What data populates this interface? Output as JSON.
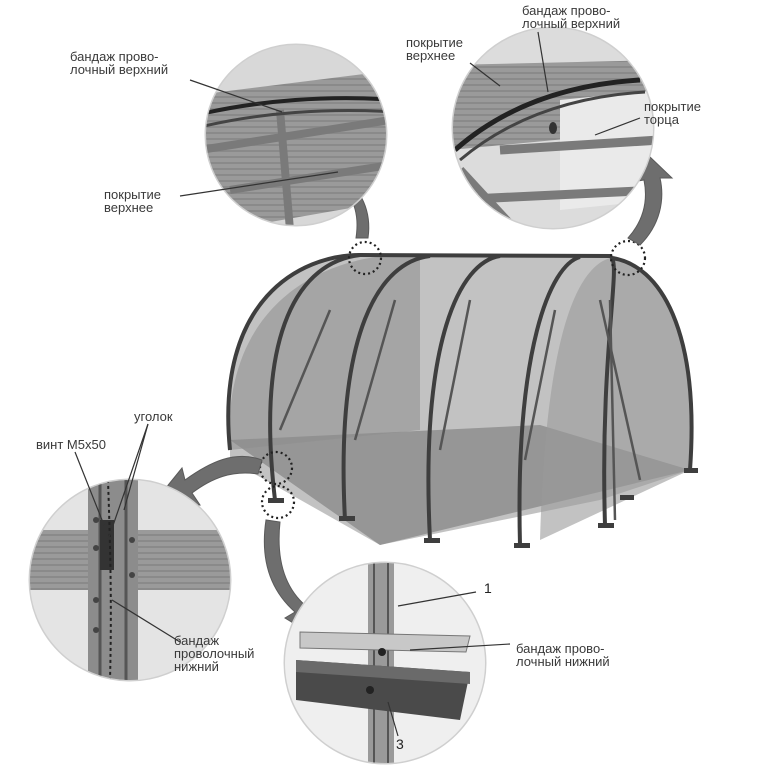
{
  "callout_top_left": {
    "bandage_label": [
      "бандаж прово-",
      "лочный верхний"
    ],
    "cover_label": [
      "покрытие",
      "верхнее"
    ]
  },
  "callout_top_right": {
    "bandage_label": [
      "бандаж прово-",
      "лочный верхний"
    ],
    "cover_top_label": [
      "покрытие",
      "верхнее"
    ],
    "cover_end_label": [
      "покрытие",
      "торца"
    ]
  },
  "callout_left": {
    "screw_label": "винт M5x50",
    "corner_label": "уголок",
    "bandage_label": [
      "бандаж",
      "проволочный",
      "нижний"
    ]
  },
  "callout_bottom": {
    "num1": "1",
    "num3": "3",
    "bandage_label": [
      "бандаж прово-",
      "лочный нижний"
    ]
  },
  "colors": {
    "frame": "#4a4a4a",
    "cover": "#8a8a8a",
    "arrow": "#6e6e6e",
    "callout_border": "#cfcfcf"
  }
}
